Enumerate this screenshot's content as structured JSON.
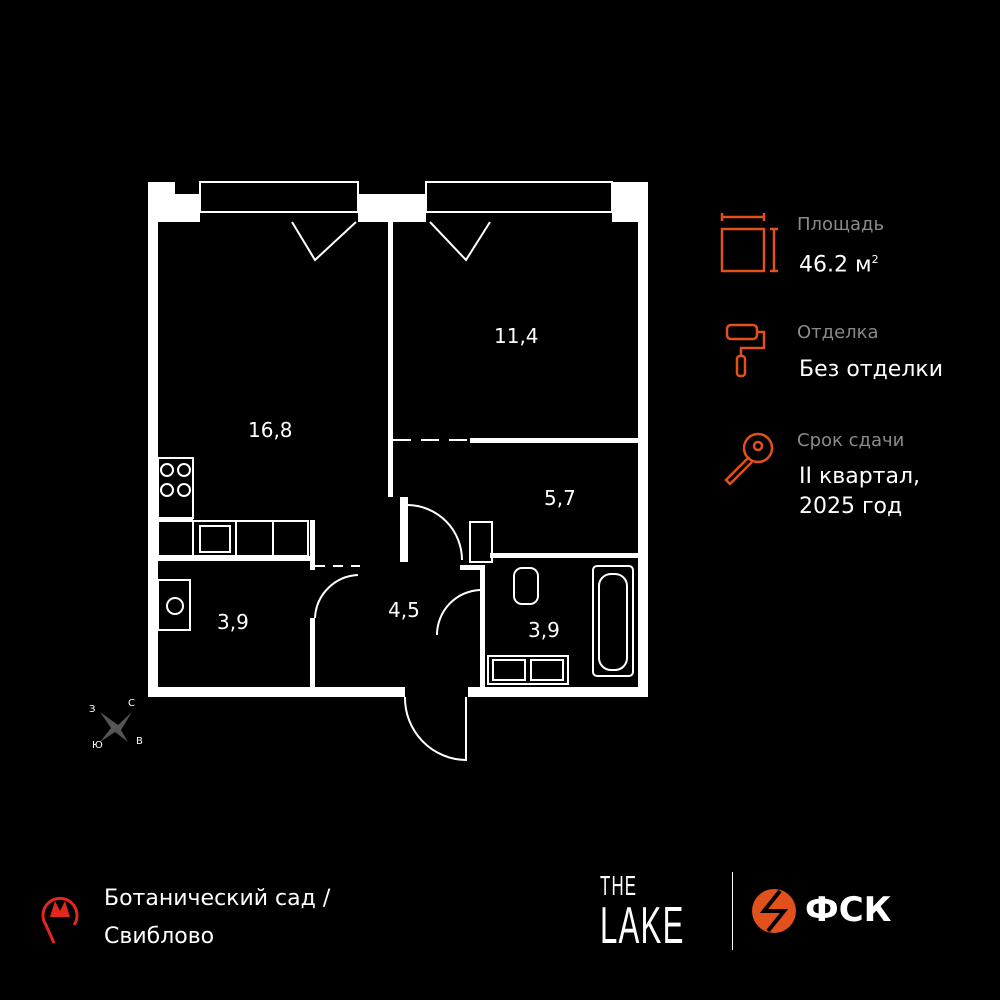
{
  "rooms": {
    "living": "16,8",
    "bedroom": "11,4",
    "closet": "5,7",
    "hall": "4,5",
    "bath": "3,9",
    "storage": "3,9"
  },
  "info": {
    "area_label": "Площадь",
    "area_value": "46.2 м",
    "area_sup": "2",
    "finish_label": "Отделка",
    "finish_value": "Без отделки",
    "deadline_label": "Срок сдачи",
    "deadline_line1": "II квартал,",
    "deadline_line2": "2025 год"
  },
  "compass": {
    "n": "С",
    "s": "Ю",
    "w": "З",
    "e": "В"
  },
  "metro": {
    "line1": "Ботанический сад /",
    "line2": "Свиблово"
  },
  "logos": {
    "lake_top": "THE",
    "lake_bottom": "LAKE",
    "developer": "ФСК"
  },
  "colors": {
    "accent": "#e2501c",
    "caption": "#8a8a8a"
  }
}
